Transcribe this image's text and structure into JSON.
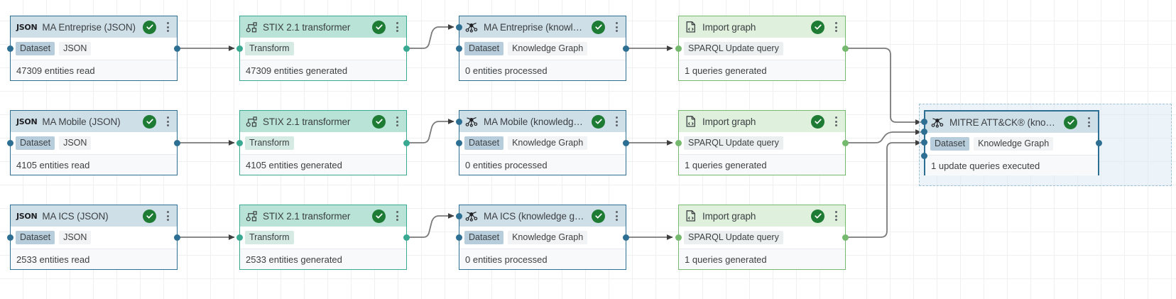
{
  "canvas": {
    "grid_color": "#eef0f1",
    "background": "#ffffff",
    "grid_size": 33
  },
  "theme_colors": {
    "dataset_border": "#2d6f92",
    "dataset_header": "#cfdfe8",
    "transformer_border": "#3aa992",
    "transformer_header": "#b9e3d6",
    "import_border": "#74b96d",
    "import_header": "#dff0dc",
    "status_ok": "#1e7b34",
    "edge": "#7a7a7a"
  },
  "nodes": [
    {
      "id": "json-enterprise",
      "icon": "json-icon",
      "title": "MA Entreprise (JSON)",
      "chip_key": "Dataset",
      "chip_val": "JSON",
      "footer": "47309 entities read",
      "status": "ok"
    },
    {
      "id": "transformer-enterprise",
      "icon": "transformer-icon",
      "title": "STIX 2.1 transformer",
      "chip_key": "Transform",
      "chip_val": "",
      "footer": "47309 entities generated",
      "status": "ok"
    },
    {
      "id": "kg-enterprise",
      "icon": "knowledge-graph-icon",
      "title": "MA Entreprise (knowle…",
      "chip_key": "Dataset",
      "chip_val": "Knowledge Graph",
      "footer": "0 entities processed",
      "status": "ok"
    },
    {
      "id": "import-enterprise",
      "icon": "import-graph-icon",
      "title": "Import graph",
      "chip_key": "SPARQL Update query",
      "chip_val": "",
      "footer": "1 queries generated",
      "status": "ok"
    },
    {
      "id": "json-mobile",
      "icon": "json-icon",
      "title": "MA Mobile (JSON)",
      "chip_key": "Dataset",
      "chip_val": "JSON",
      "footer": "4105 entities read",
      "status": "ok"
    },
    {
      "id": "transformer-mobile",
      "icon": "transformer-icon",
      "title": "STIX 2.1 transformer",
      "chip_key": "Transform",
      "chip_val": "",
      "footer": "4105 entities generated",
      "status": "ok"
    },
    {
      "id": "kg-mobile",
      "icon": "knowledge-graph-icon",
      "title": "MA Mobile (knowledg…",
      "chip_key": "Dataset",
      "chip_val": "Knowledge Graph",
      "footer": "0 entities processed",
      "status": "ok"
    },
    {
      "id": "import-mobile",
      "icon": "import-graph-icon",
      "title": "Import graph",
      "chip_key": "SPARQL Update query",
      "chip_val": "",
      "footer": "1 queries generated",
      "status": "ok"
    },
    {
      "id": "json-ics",
      "icon": "json-icon",
      "title": "MA ICS (JSON)",
      "chip_key": "Dataset",
      "chip_val": "JSON",
      "footer": "2533 entities read",
      "status": "ok"
    },
    {
      "id": "transformer-ics",
      "icon": "transformer-icon",
      "title": "STIX 2.1 transformer",
      "chip_key": "Transform",
      "chip_val": "",
      "footer": "2533 entities generated",
      "status": "ok"
    },
    {
      "id": "kg-ics",
      "icon": "knowledge-graph-icon",
      "title": "MA ICS (knowledge gr…",
      "chip_key": "Dataset",
      "chip_val": "Knowledge Graph",
      "footer": "0 entities processed",
      "status": "ok"
    },
    {
      "id": "import-ics",
      "icon": "import-graph-icon",
      "title": "Import graph",
      "chip_key": "SPARQL Update query",
      "chip_val": "",
      "footer": "1 queries generated",
      "status": "ok"
    },
    {
      "id": "kg-mitre",
      "icon": "knowledge-graph-icon",
      "title": "MITRE ATT&CK® (kno…",
      "chip_key": "Dataset",
      "chip_val": "Knowledge Graph",
      "footer": "1 update queries executed",
      "status": "ok",
      "selected": true
    }
  ]
}
